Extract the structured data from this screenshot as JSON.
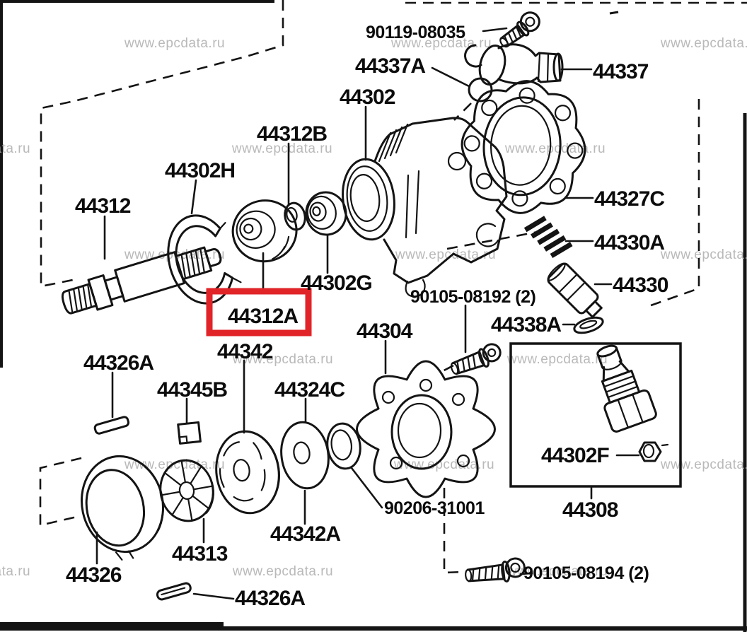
{
  "diagram": {
    "title": "Power steering pump exploded parts diagram",
    "watermark": "www.epcdata.ru",
    "highlight": {
      "part": "44312A",
      "color": "#e02428"
    },
    "labels": {
      "bolt_90119": "90119-08035",
      "oring_44337a": "44337A",
      "union_44337": "44337",
      "body_44302": "44302",
      "ring_44312b": "44312B",
      "snapring_44302h": "44302H",
      "shaft_44312": "44312",
      "plate_44327c": "44327C",
      "spring_44330a": "44330A",
      "valve_44330": "44330",
      "gasket_44338a": "44338A",
      "bolt_90105_08192": "90105-08192 (2)",
      "cover_44304": "44304",
      "bearing_44302g": "44302G",
      "pulley_44312a": "44312A",
      "rotor_44342": "44342",
      "pin_44326a_upper": "44326A",
      "key_44345b": "44345B",
      "plate_44324c": "44324C",
      "oring_90206": "90206-31001",
      "washer_44342a": "44342A",
      "vane_44313": "44313",
      "housing_44326": "44326",
      "pin_44326a_lower": "44326A",
      "plug_44302f": "44302F",
      "kit_44308": "44308",
      "bolt_90105_08194": "90105-08194 (2)"
    }
  }
}
